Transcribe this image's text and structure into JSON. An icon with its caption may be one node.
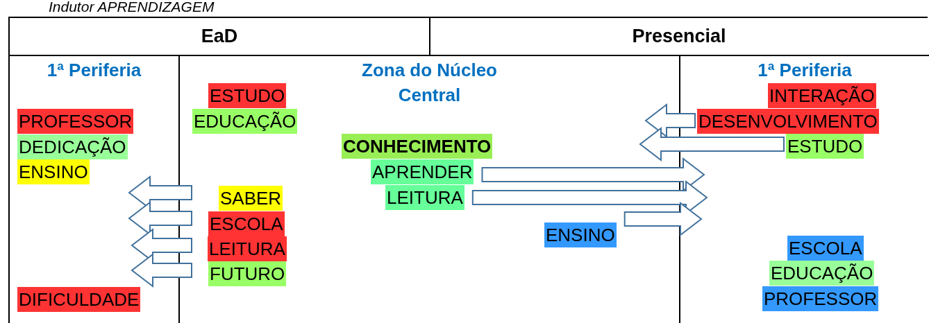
{
  "diagram": {
    "title": "Indutor APRENDIZAGEM",
    "nodes": [
      {
        "text": [
          "EaD"
        ]
      },
      {
        "text": [
          "Presencial"
        ]
      },
      {
        "text": [
          "1ª Periferia"
        ]
      },
      {
        "text": [
          "PROFESSOR"
        ],
        "in": 2
      },
      {
        "text": [
          "DEDICAÇÃO"
        ],
        "in": 2
      },
      {
        "text": [
          "ENSINO"
        ],
        "in": 2
      },
      {
        "text": [
          "DIFICULDADE"
        ],
        "in": 2
      },
      {
        "text": [
          "Zona do Núcleo Central"
        ]
      },
      {
        "text": [
          "ESTUDO"
        ],
        "in": 7
      },
      {
        "text": [
          "EDUCAÇÃO"
        ],
        "in": 7
      },
      {
        "text": [
          "SABER"
        ],
        "in": 7
      },
      {
        "text": [
          "ESCOLA"
        ],
        "in": 7
      },
      {
        "text": [
          "LEITURA"
        ],
        "in": 7
      },
      {
        "text": [
          "FUTURO"
        ],
        "in": 7
      },
      {
        "text": [
          "CONHECIMENTO"
        ],
        "in": 7
      },
      {
        "text": [
          "APRENDER"
        ],
        "in": 7
      },
      {
        "text": [
          "LEITURA"
        ],
        "in": 7
      },
      {
        "text": [
          "ENSINO"
        ],
        "in": 7
      },
      {
        "text": [
          "1ª Periferia"
        ]
      },
      {
        "text": [
          "INTERAÇÃO"
        ],
        "in": 18
      },
      {
        "text": [
          "DESENVOLVIMENTO"
        ],
        "in": 18
      },
      {
        "text": [
          "ESTUDO"
        ],
        "in": 18
      },
      {
        "text": [
          "ESCOLA"
        ],
        "in": 18
      },
      {
        "text": [
          "EDUCAÇÃO"
        ],
        "in": 18
      },
      {
        "text": [
          "PROFESSOR"
        ],
        "in": 18
      }
    ],
    "edges": [
      {
        "from": 10,
        "to": null,
        "arrow": "to"
      },
      {
        "from": 11,
        "to": null,
        "arrow": "to"
      },
      {
        "from": 12,
        "to": null,
        "arrow": "to"
      },
      {
        "from": 13,
        "to": null,
        "arrow": "to"
      },
      {
        "from": 20,
        "to": null,
        "arrow": "to"
      },
      {
        "from": 21,
        "to": null,
        "arrow": "to"
      },
      {
        "from": 15,
        "to": null,
        "arrow": "to"
      },
      {
        "from": 16,
        "to": null,
        "arrow": "to"
      },
      {
        "from": 17,
        "to": null,
        "arrow": "to"
      }
    ]
  }
}
